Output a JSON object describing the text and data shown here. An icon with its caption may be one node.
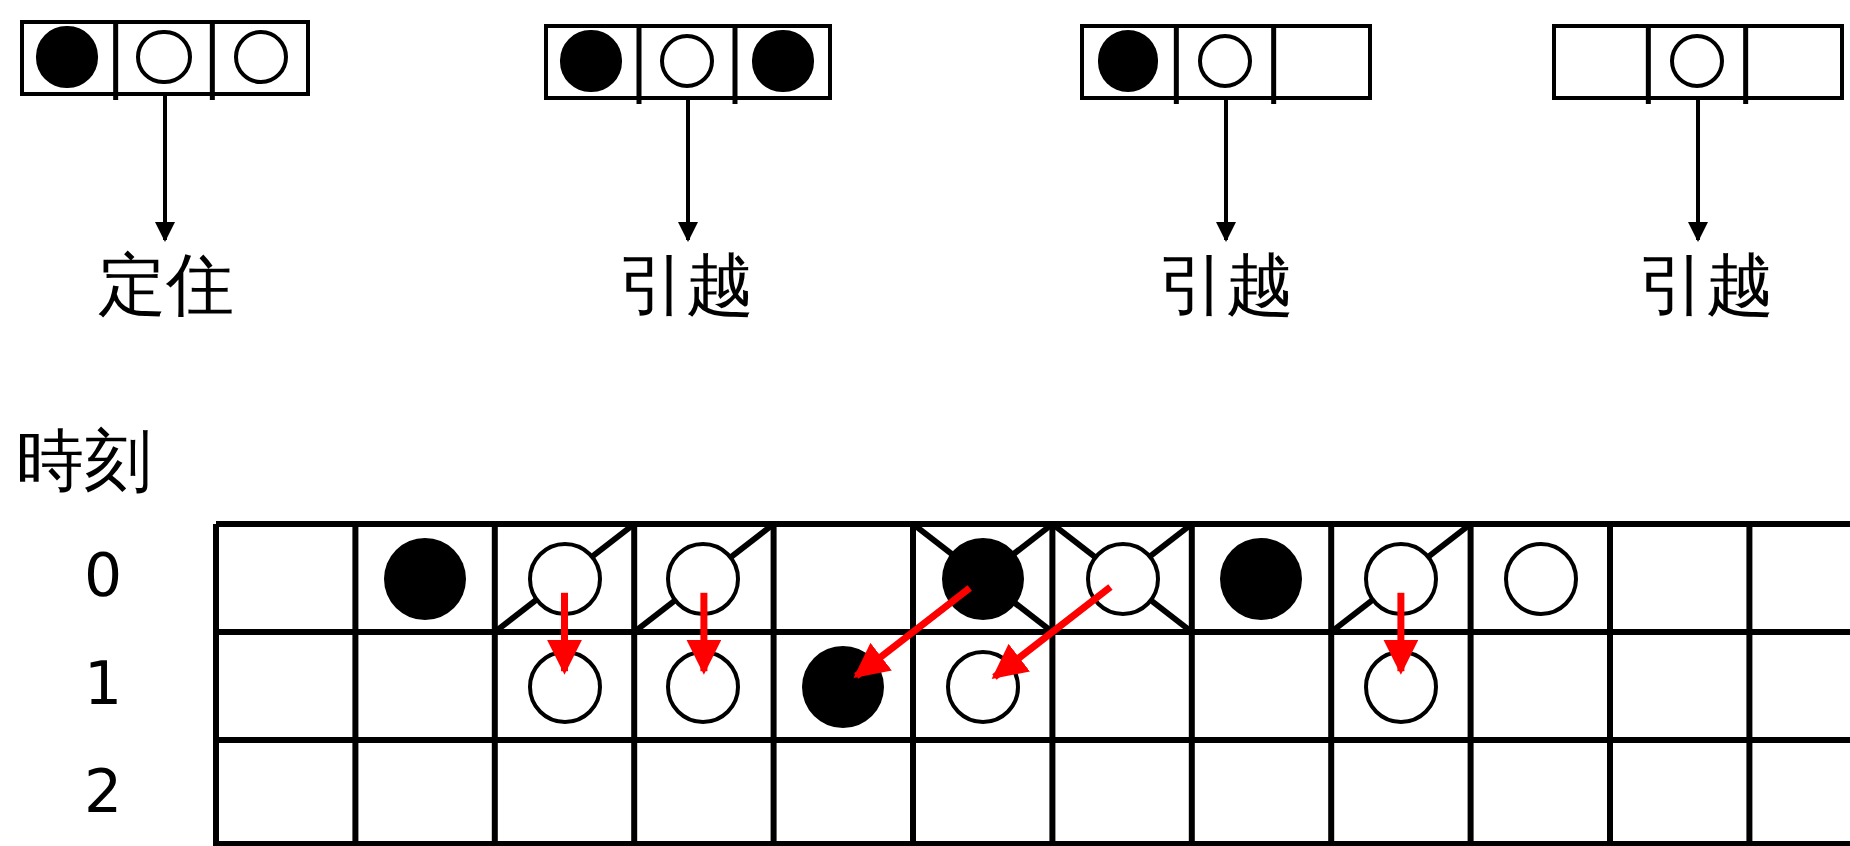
{
  "diagram": {
    "nodes": [
      {
        "text": [],
        "shape": "box"
      },
      {
        "text": [],
        "shape": "dot",
        "in": 0
      },
      {
        "text": [],
        "shape": "circle",
        "in": 0
      },
      {
        "text": [],
        "shape": "circle",
        "in": 0
      },
      {
        "text": [],
        "shape": "box"
      },
      {
        "text": [],
        "shape": "dot",
        "in": 4
      },
      {
        "text": [],
        "shape": "circle",
        "in": 4
      },
      {
        "text": [],
        "shape": "dot",
        "in": 4
      },
      {
        "text": [],
        "shape": "box"
      },
      {
        "text": [],
        "shape": "dot",
        "in": 8
      },
      {
        "text": [],
        "shape": "circle",
        "in": 8
      },
      {
        "text": [],
        "shape": "box"
      },
      {
        "text": [],
        "shape": "circle",
        "in": 11
      },
      {
        "text": [
          "定住"
        ]
      },
      {
        "text": [
          "引越"
        ]
      },
      {
        "text": [
          "引越"
        ]
      },
      {
        "text": [
          "引越"
        ]
      },
      {
        "text": [],
        "shape": "dot"
      },
      {
        "text": [],
        "shape": "circle"
      },
      {
        "text": [],
        "shape": "circle"
      },
      {
        "text": [],
        "shape": "dot"
      },
      {
        "text": [],
        "shape": "circle"
      },
      {
        "text": [],
        "shape": "dot"
      },
      {
        "text": [],
        "shape": "circle"
      },
      {
        "text": [],
        "shape": "circle"
      },
      {
        "text": [],
        "shape": "circle"
      },
      {
        "text": [],
        "shape": "circle"
      },
      {
        "text": [],
        "shape": "dot"
      },
      {
        "text": [],
        "shape": "circle"
      },
      {
        "text": [],
        "shape": "circle"
      }
    ],
    "edges": [
      {
        "from": 0,
        "to": 13,
        "arrow": "to",
        "color": "#000000"
      },
      {
        "from": 4,
        "to": 14,
        "arrow": "to",
        "color": "#000000"
      },
      {
        "from": 8,
        "to": 15,
        "arrow": "to",
        "color": "#000000"
      },
      {
        "from": 11,
        "to": 16,
        "arrow": "to",
        "color": "#000000"
      },
      {
        "from": 18,
        "to": 25,
        "arrow": "to"
      },
      {
        "from": 19,
        "to": 26,
        "arrow": "to"
      },
      {
        "from": 20,
        "to": 27,
        "arrow": "to"
      },
      {
        "from": 21,
        "to": 28,
        "arrow": "to"
      },
      {
        "from": 23,
        "to": 29,
        "arrow": "to"
      }
    ],
    "labels": [
      "時刻",
      "0",
      "1",
      "2"
    ]
  }
}
